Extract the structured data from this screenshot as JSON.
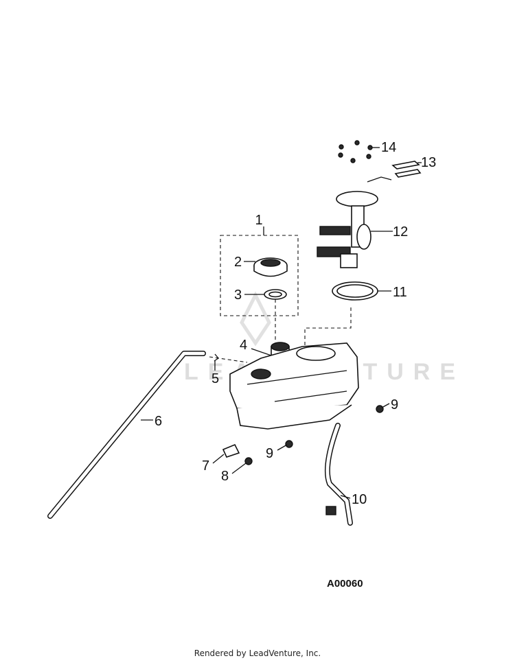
{
  "watermark": {
    "brand": "LEADVENTURE"
  },
  "figure_code": "A00060",
  "footer": "Rendered by LeadVenture, Inc.",
  "callouts": [
    "1",
    "2",
    "3",
    "4",
    "5",
    "6",
    "7",
    "8",
    "9",
    "9",
    "10",
    "11",
    "12",
    "13",
    "14"
  ]
}
